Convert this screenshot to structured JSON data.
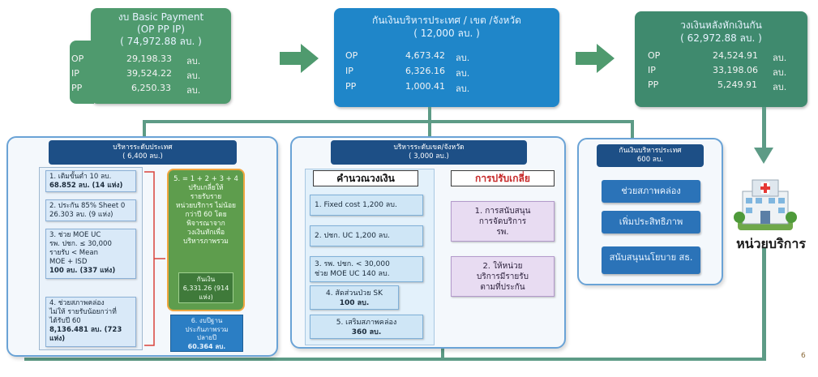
{
  "top_boxes": [
    {
      "title_lines": [
        "งบ Basic Payment",
        "(OP PP IP)",
        "( 74,972.88 ลบ. )"
      ],
      "rows": [
        {
          "label": "OP",
          "value": "29,198.33",
          "unit": "ลบ."
        },
        {
          "label": "IP",
          "value": "39,524.22",
          "unit": "ลบ."
        },
        {
          "label": "PP",
          "value": "6,250.33",
          "unit": "ลบ."
        }
      ]
    },
    {
      "title_lines": [
        "กันเงินบริหารประเทศ / เขต /จังหวัด",
        "( 12,000 ลบ. )"
      ],
      "rows": [
        {
          "label": "OP",
          "value": "4,673.42",
          "unit": "ลบ."
        },
        {
          "label": "IP",
          "value": "6,326.16",
          "unit": "ลบ."
        },
        {
          "label": "PP",
          "value": "1,000.41",
          "unit": "ลบ."
        }
      ]
    },
    {
      "title_lines": [
        "วงเงินหลังหักเงินกัน",
        "( 62,972.88 ลบ. )"
      ],
      "rows": [
        {
          "label": "OP",
          "value": "24,524.91",
          "unit": "ลบ."
        },
        {
          "label": "IP",
          "value": "33,198.06",
          "unit": "ลบ."
        },
        {
          "label": "PP",
          "value": "5,249.91",
          "unit": "ลบ."
        }
      ]
    }
  ],
  "panel_left": {
    "header_lines": [
      "บริหารระดับประเทศ",
      "( 6,400 ลบ.)"
    ],
    "items": [
      [
        "1. เติมขั้นต่ำ 10 ลบ.",
        "68.852 ลบ. (14 แห่ง)"
      ],
      [
        "2. ประกัน 85% Sheet 0",
        "26.303 ลบ. (9 แห่ง)"
      ],
      [
        "3. ช่วย MOE UC",
        "รพ. ปชก. ≤ 30,000",
        "รายรับ < Mean",
        "MOE + ISD",
        "100 ลบ. (337 แห่ง)"
      ],
      [
        "4. ช่วยสภาพคล่อง",
        "ไม่ให้ รายรับน้อยกว่าที่",
        "ได้รับปี 60",
        "8,136.481 ลบ. (723",
        "แห่ง)"
      ]
    ],
    "note_lines": [
      "5. = 1 + 2 + 3 + 4",
      "ปรับเกลี่ยให้",
      "รายรับราย",
      "หน่วยบริการ ไม่น้อย",
      "กว่าปี 60 โดย",
      "พิจารณาจาก",
      "วงเงินหักเพื่อ",
      "บริหารภาพรวม"
    ],
    "reserve_lines": [
      "กันเงิน",
      "6,331.26 (914",
      "แห่ง)"
    ],
    "item6_lines": [
      "6. งบปีฐาน",
      "ประกันภาพรวม",
      "ปลายปี",
      "60.364 ลบ."
    ]
  },
  "panel_mid": {
    "header_lines": [
      "บริหารระดับเขต/จังหวัด",
      "( 3,000 ลบ.)"
    ],
    "calc_title": "คำนวณวงเงิน",
    "adjust_title": "การปรับเกลี่ย",
    "calc_items": [
      [
        "1. Fixed cost  1,200 ลบ."
      ],
      [
        "2. ปชก. UC 1,200 ลบ."
      ],
      [
        "3. รพ. ปชก. < 30,000",
        "ช่วย MOE UC 140 ลบ."
      ],
      [
        "4. สัดส่วนป่วย SK",
        "100 ลบ."
      ],
      [
        "5. เสริมสภาพคล่อง",
        "360 ลบ."
      ]
    ],
    "adjust_items": [
      [
        "1. การสนับสนุน",
        "การจัดบริการ",
        "รพ."
      ],
      [
        "2. ให้หน่วย",
        "บริการมีรายรับ",
        "ตามที่ประกัน"
      ]
    ]
  },
  "panel_right": {
    "header_lines": [
      "กันเงินบริหารประเทศ",
      "600 ลบ."
    ],
    "items": [
      "ช่วยสภาพคล่อง",
      "เพิ่มประสิทธิภาพ",
      "สนับสนุนนโยบาย สธ."
    ]
  },
  "service_unit_label": "หน่วยบริการ",
  "page_number": "6",
  "colors": {
    "green": "#4f9a6e",
    "blue": "#1f86c9",
    "connector": "#5d9b86"
  }
}
